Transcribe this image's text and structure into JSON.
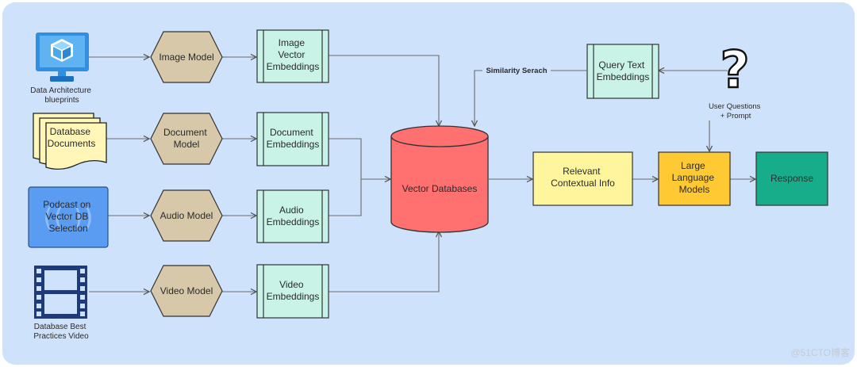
{
  "sources": {
    "image": {
      "label_lines": [
        "Data Architecture",
        "blueprints"
      ],
      "icon": "azure-cube-monitor-icon"
    },
    "document": {
      "label_lines": [
        "Database",
        "Documents"
      ],
      "icon": "document-stack-icon"
    },
    "audio": {
      "label_lines": [
        "Podcast on",
        "Vector DB",
        "Selection"
      ],
      "icon": "podcast-icon"
    },
    "video": {
      "label_lines": [
        "Database Best",
        "Practices Video"
      ],
      "icon": "film-strip-icon"
    }
  },
  "models": {
    "image": "Image Model",
    "document_lines": [
      "Document",
      "Model"
    ],
    "audio": "Audio Model",
    "video": "Video Model"
  },
  "embeddings": {
    "image_lines": [
      "Image",
      "Vector",
      "Embeddings"
    ],
    "document_lines": [
      "Document",
      "Embeddings"
    ],
    "audio_lines": [
      "Audio",
      "Embeddings"
    ],
    "video_lines": [
      "Video",
      "Embeddings"
    ],
    "query_lines": [
      "Query Text",
      "Embeddings"
    ]
  },
  "vector_db": {
    "label": "Vector Databases"
  },
  "similarity_label": "Similarity Serach",
  "user_question": {
    "label_lines": [
      "User Questions",
      "+ Prompt"
    ],
    "icon": "question-mark-icon"
  },
  "relevant_info_lines": [
    "Relevant",
    "Contextual Info"
  ],
  "llm_lines": [
    "Large",
    "Language",
    "Models"
  ],
  "response": "Response",
  "watermark": "@51CTO博客",
  "colors": {
    "background": "#cfe2fb",
    "model_hexagon": "#d6c8a8",
    "embedding_box": "#c8f3e6",
    "vector_db": "#ff7070",
    "relevant_info": "#fff59d",
    "llm": "#ffc933",
    "response": "#17ad8b",
    "podcast_box": "#5a9cf2",
    "document_paper": "#fff6b8",
    "icon_navy": "#1f3a7a",
    "azure_blue": "#2f8fe0"
  }
}
